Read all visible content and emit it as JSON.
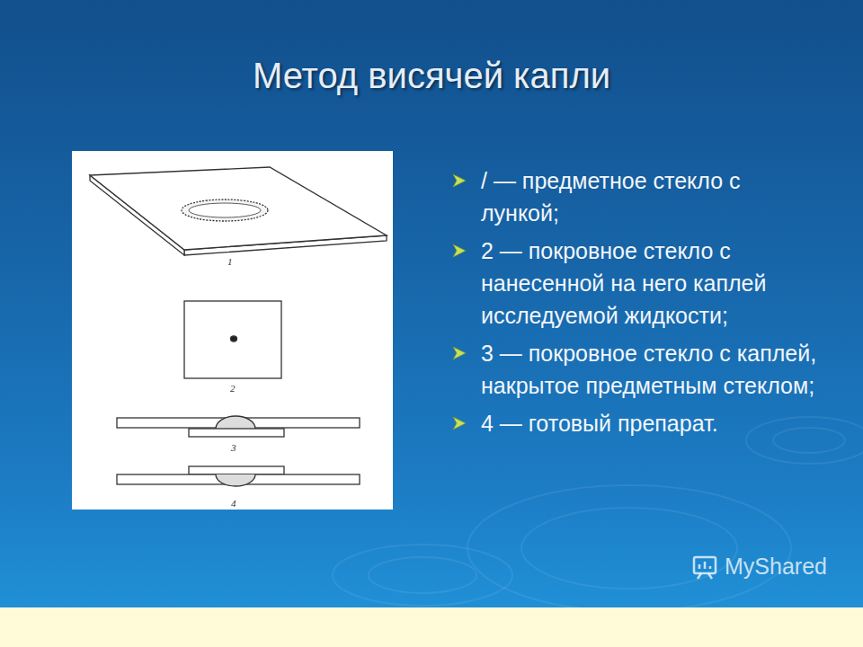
{
  "diagram": {
    "title": "Метод висячей капли",
    "labels": [
      "1",
      "2",
      "3",
      "4",
      "/ — предметное стекло с лункой;",
      "2 — покровное стекло с нанесенной на него каплей исследуемой жидкости;",
      "3 — покровное стекло с каплей, накрытое предметным стеклом;",
      "4 — готовый препарат.",
      "MyShared"
    ]
  }
}
